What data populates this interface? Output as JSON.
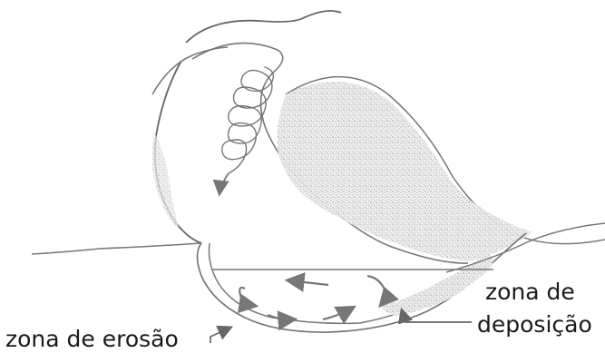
{
  "diagram": {
    "labels": {
      "deposition_zone": {
        "line1": "zona de",
        "line2": "deposição"
      },
      "erosion_zone": "zona de erosão"
    },
    "colors": {
      "line": "#666666",
      "arrow": "#777777",
      "sediment_shading": "#b8b8b8",
      "background": "#ffffff",
      "text": "#1a1a1a"
    }
  }
}
